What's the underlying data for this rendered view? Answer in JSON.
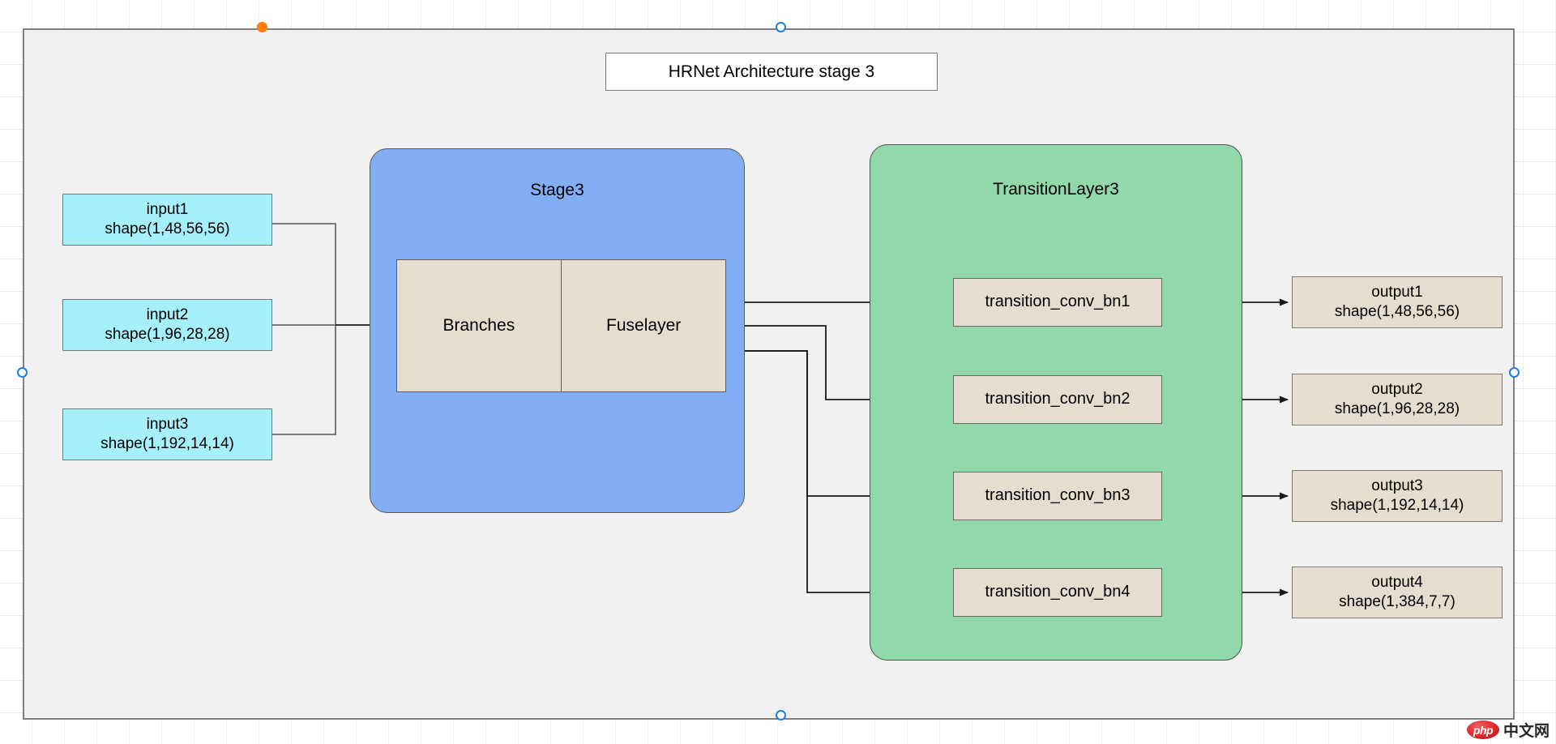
{
  "canvas": {
    "grid_color": "#e8edf2",
    "page_background": "#f1f1f1",
    "page_border": "#808080"
  },
  "diagram": {
    "title": "HRNet Architecture stage 3",
    "inputs": [
      {
        "name": "input1",
        "shape": "shape(1,48,56,56)",
        "label": "input1\nshape(1,48,56,56)"
      },
      {
        "name": "input2",
        "shape": "shape(1,96,28,28)",
        "label": "input2\nshape(1,96,28,28)"
      },
      {
        "name": "input3",
        "shape": "shape(1,192,14,14)",
        "label": "input3\nshape(1,192,14,14)"
      }
    ],
    "stage_group": {
      "title": "Stage3",
      "color": "#82aef5",
      "cells": [
        {
          "label": "Branches"
        },
        {
          "label": "Fuselayer"
        }
      ]
    },
    "transition_group": {
      "title": "TransitionLayer3",
      "color": "#91d8ab",
      "blocks": [
        {
          "label": "transition_conv_bn1"
        },
        {
          "label": "transition_conv_bn2"
        },
        {
          "label": "transition_conv_bn3"
        },
        {
          "label": "transition_conv_bn4"
        }
      ]
    },
    "outputs": [
      {
        "name": "output1",
        "shape": "shape(1,48,56,56)",
        "label": "output1\nshape(1,48,56,56)"
      },
      {
        "name": "output2",
        "shape": "shape(1,96,28,28)",
        "label": "output2\nshape(1,96,28,28)"
      },
      {
        "name": "output3",
        "shape": "shape(1,192,14,14)",
        "label": "output3\nshape(1,192,14,14)"
      },
      {
        "name": "output4",
        "shape": "shape(1,384,7,7)",
        "label": "output4\nshape(1,384,7,7)"
      }
    ]
  },
  "watermark": {
    "badge": "php",
    "text": "中文网"
  }
}
